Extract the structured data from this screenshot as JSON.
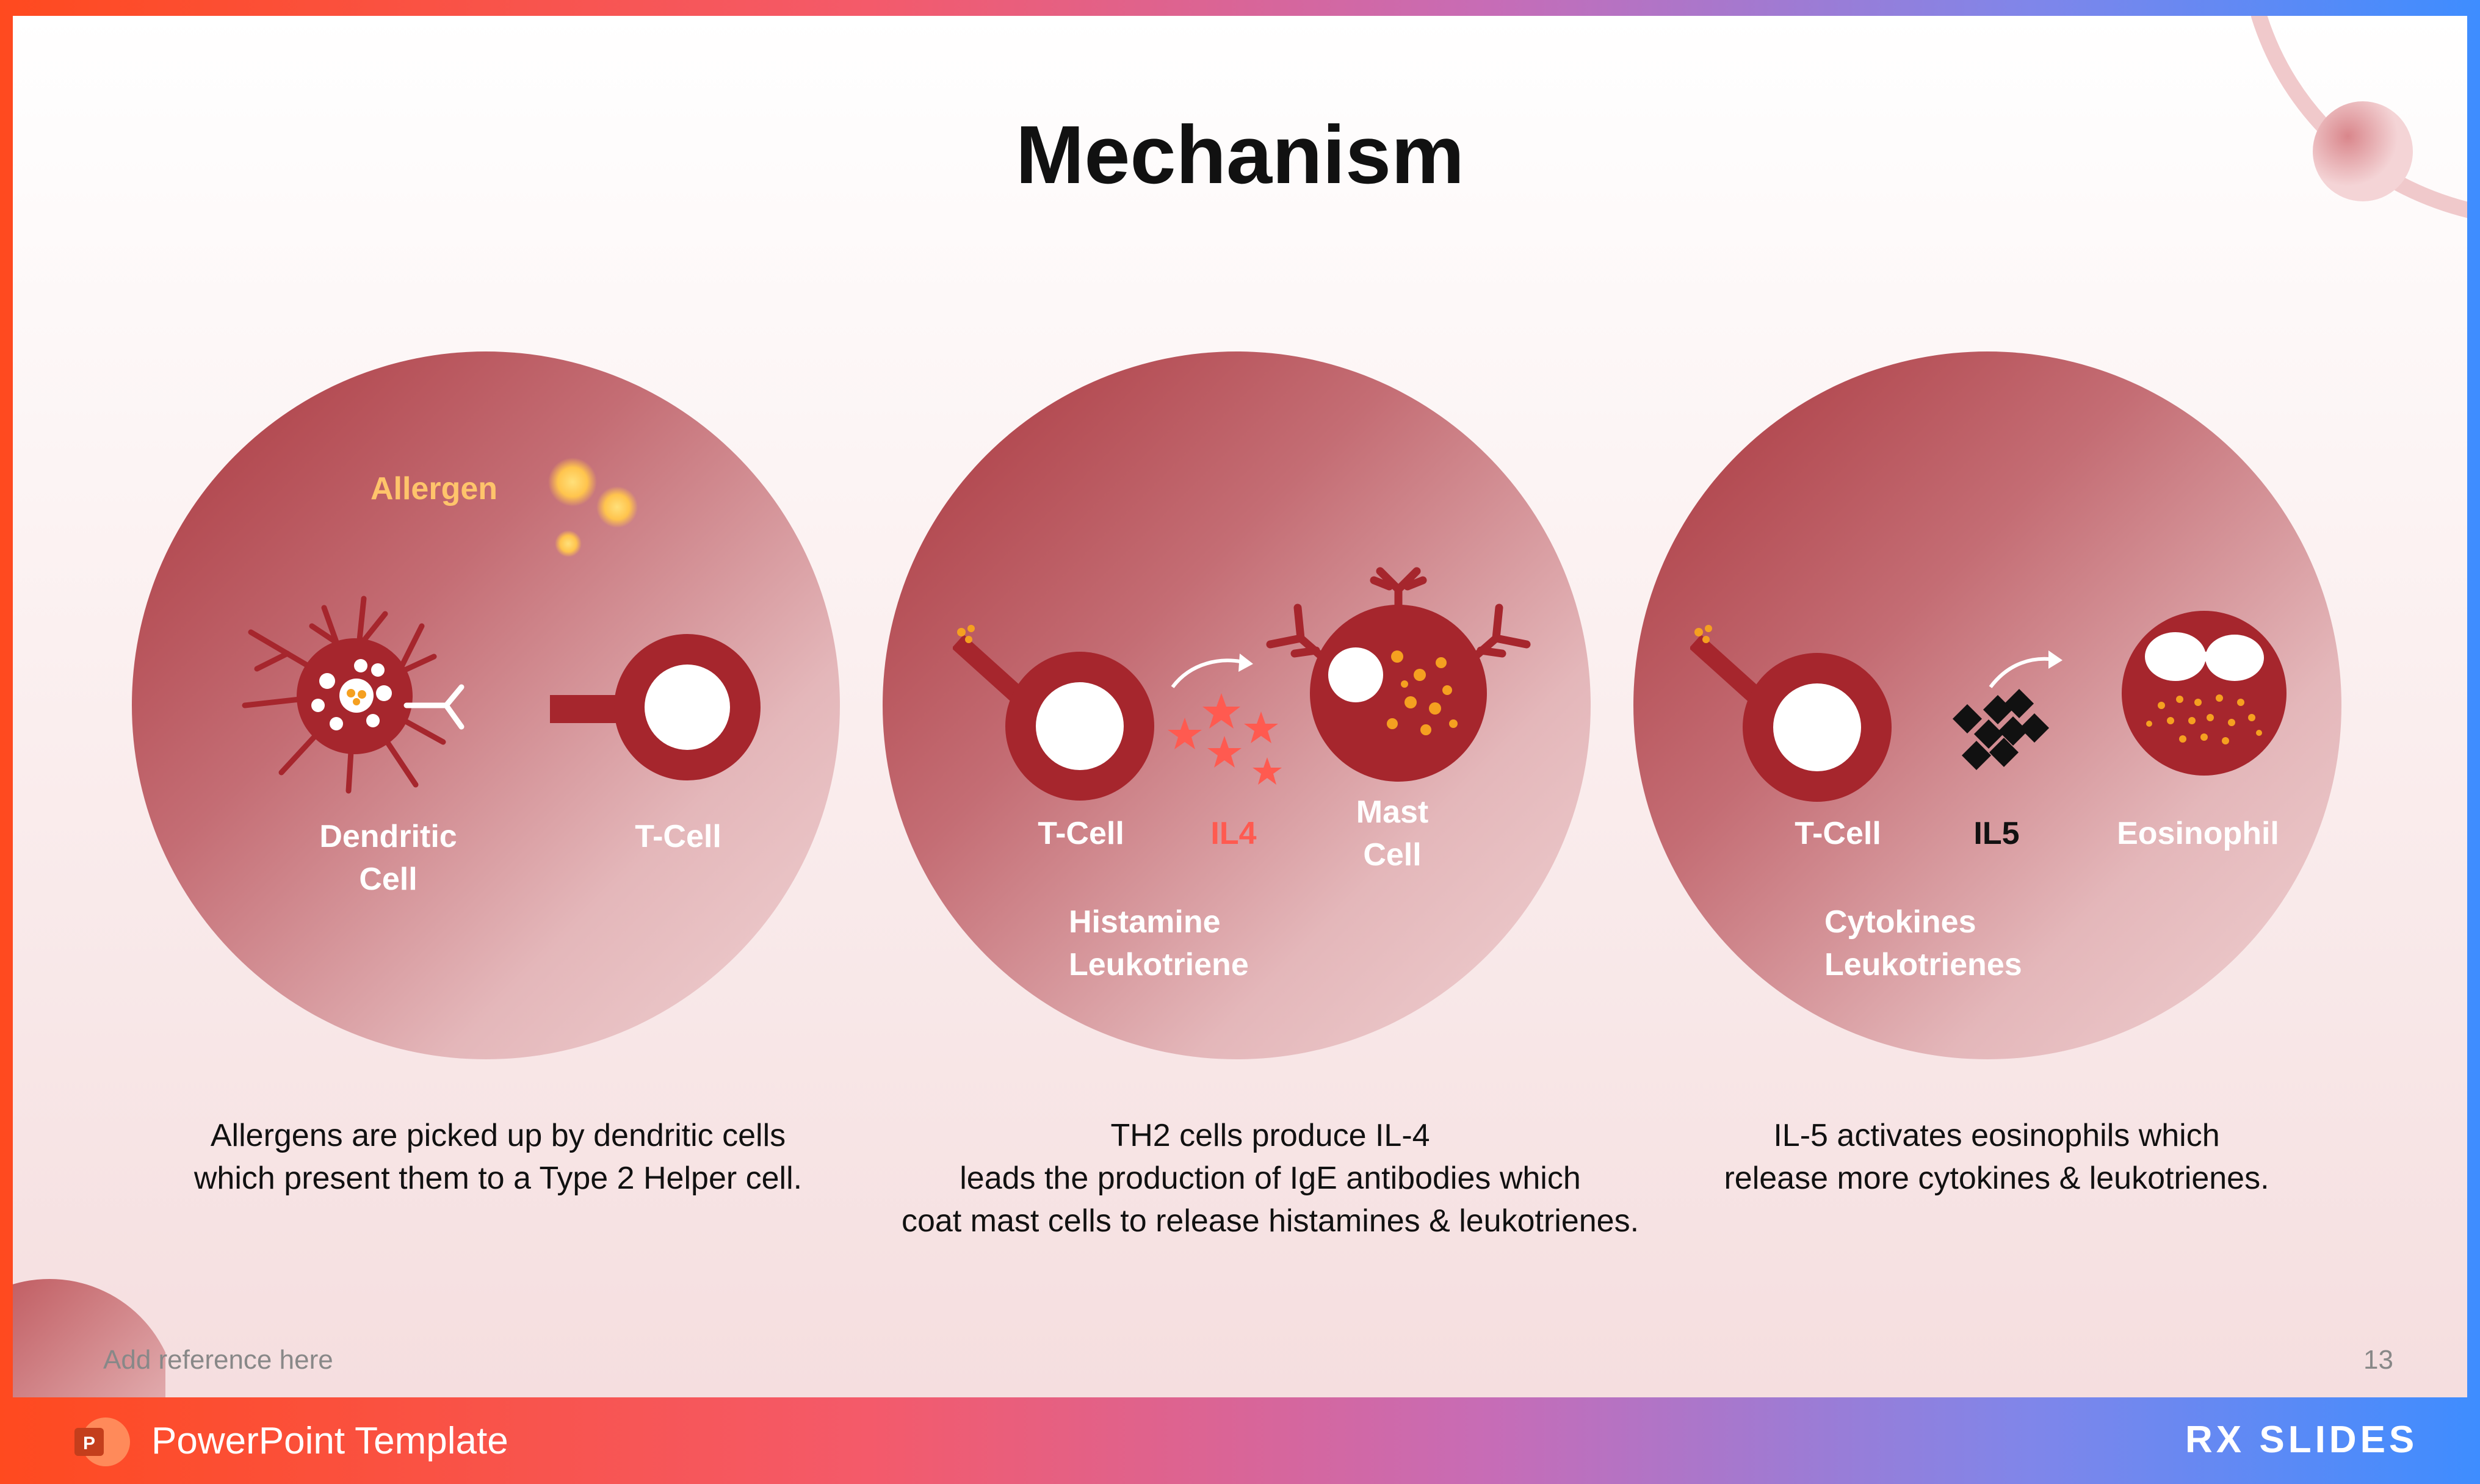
{
  "slide": {
    "title": "Mechanism",
    "reference": "Add reference here",
    "page_number": "13"
  },
  "panels": [
    {
      "allergen_label": "Allergen",
      "label_a": "Dendritic",
      "label_a2": "Cell",
      "label_b": "T-Cell",
      "desc_lines": [
        "Allergens are picked up by dendritic cells",
        "which present them to a Type 2 Helper cell."
      ]
    },
    {
      "label_a": "T-Cell",
      "label_mid": "IL4",
      "label_b": "Mast",
      "label_b2": "Cell",
      "label_c1": "Histamine",
      "label_c2": "Leukotriene",
      "desc_lines": [
        "TH2 cells produce IL-4",
        "leads the production of IgE antibodies which",
        "coat mast cells to release histamines & leukotrienes."
      ]
    },
    {
      "label_a": "T-Cell",
      "label_mid": "IL5",
      "label_b": "Eosinophil",
      "label_c1": "Cytokines",
      "label_c2": "Leukotrienes",
      "desc_lines": [
        "IL-5 activates eosinophils which",
        "release more cytokines & leukotrienes."
      ]
    }
  ],
  "footer": {
    "app_label": "PowerPoint Template",
    "brand": "RX SLIDES",
    "app_icon": "powerpoint-icon"
  },
  "colors": {
    "cell_dark": "#a6262d",
    "allergen": "#ffb347",
    "il4": "#ff5a50",
    "granule": "#f5a020"
  }
}
